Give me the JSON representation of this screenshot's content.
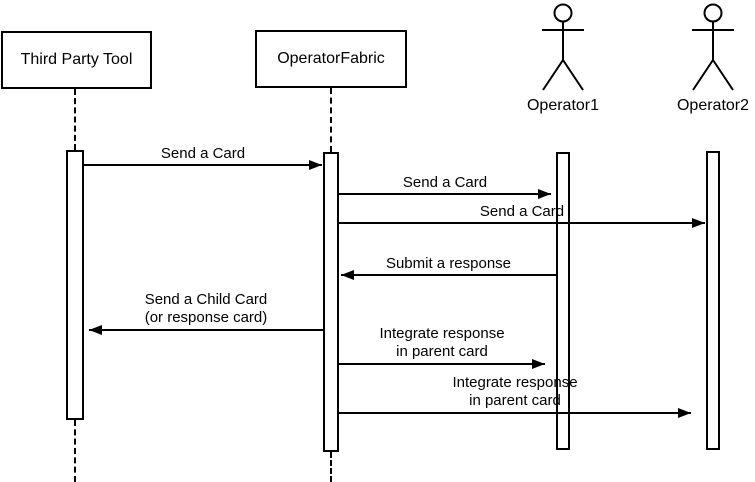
{
  "diagram_type": "uml-sequence-diagram",
  "colors": {
    "line": "#000000",
    "background": "#ffffff",
    "text": "#000000"
  },
  "participants": {
    "third_party_tool": {
      "label": "Third Party Tool",
      "kind": "box"
    },
    "operator_fabric": {
      "label": "OperatorFabric",
      "kind": "box"
    },
    "operator1": {
      "label": "Operator1",
      "kind": "actor"
    },
    "operator2": {
      "label": "Operator2",
      "kind": "actor"
    }
  },
  "messages": [
    {
      "from": "Third Party Tool",
      "to": "OperatorFabric",
      "direction": "right",
      "line1": "Send a Card"
    },
    {
      "from": "OperatorFabric",
      "to": "Operator1",
      "direction": "right",
      "line1": "Send a Card"
    },
    {
      "from": "OperatorFabric",
      "to": "Operator2",
      "direction": "right",
      "line1": "Send a Card"
    },
    {
      "from": "Operator1",
      "to": "OperatorFabric",
      "direction": "left",
      "line1": "Submit a response"
    },
    {
      "from": "OperatorFabric",
      "to": "Third Party Tool",
      "direction": "left",
      "line1": "Send a Child Card",
      "line2": "(or response card)"
    },
    {
      "from": "OperatorFabric",
      "to": "Operator1",
      "direction": "right",
      "line1": "Integrate response",
      "line2": "in parent card"
    },
    {
      "from": "OperatorFabric",
      "to": "Operator2",
      "direction": "right",
      "line1": "Integrate response",
      "line2": "in parent card"
    }
  ]
}
